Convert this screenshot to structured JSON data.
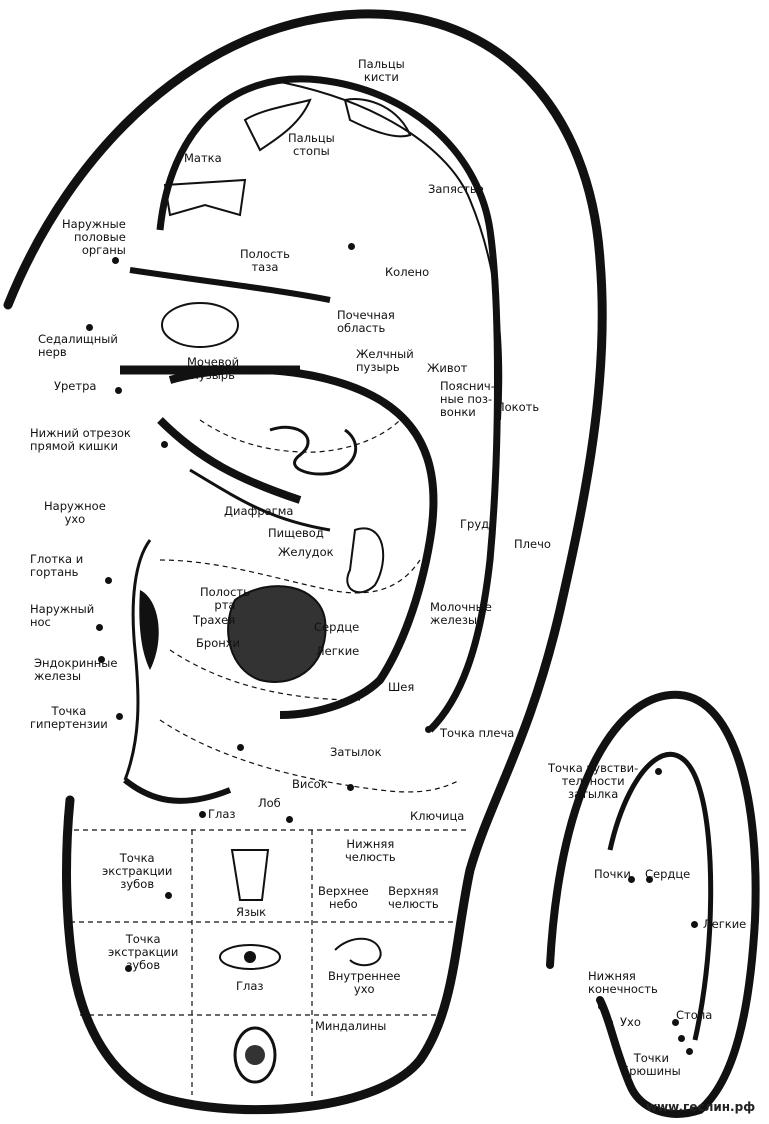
{
  "labels": {
    "paltsy_kisti": "Пальцы\nкисти",
    "paltsy_stopy": "Пальцы\nстопы",
    "matka": "Матка",
    "zapyastye": "Запястье",
    "naruzhnye_polovye_organy": "Наружные\nполовые\nорганы",
    "polost_taza": "Полость\nтаза",
    "koleno": "Колено",
    "pochechnaya_oblast": "Почечная\nобласть",
    "sedalishchny_nerv": "Седалищный\nнерв",
    "zhelchny_puzyr": "Желчный\nпузырь",
    "mochevoy_puzyr": "Мочевой\nпузырь",
    "zhivot": "Живот",
    "uretra": "Уретра",
    "poyasnichnye_pozvonki": "Пояснич-\nные поз-\nвонки",
    "lokot": "Локоть",
    "nizhny_otrezok": "Нижний отрезок\nпрямой кишки",
    "naruzhnoe_ukho": "Наружное\nухо",
    "diafragma": "Диафрагма",
    "grud": "Грудь",
    "pishchevod": "Пищевод",
    "plecho": "Плечо",
    "glotka_gortan": "Глотка и\nгортань",
    "zheludok": "Желудок",
    "polost_rta": "Полость\nрта",
    "molochnye_zhelezy": "Молочные\nжелезы",
    "traheya": "Трахея",
    "naruzhny_nos": "Наружный\nнос",
    "serdtse": "Сердце",
    "bronhi": "Бронхи",
    "legkie": "Легкие",
    "endokrinnye_zhelezy": "Эндокринные\nжелезы",
    "sheya": "Шея",
    "tochka_gipertenzii": "Точка\nгипертензии",
    "tochka_plecha": "Точка плеча",
    "zatylok": "Затылок",
    "visok": "Висок",
    "lob": "Лоб",
    "glaz_top": "Глаз",
    "klyuchitsa": "Ключица",
    "nizhnyaya_chelyust": "Нижняя\nчелюсть",
    "tochka_ekstraktsii_1": "Точка\nэкстракции\nзубов",
    "verkhnee_nebo": "Верхнее\nнебо",
    "verkhnyaya_chelyust": "Верхняя\nчелюсть",
    "yazyk": "Язык",
    "tochka_ekstraktsii_2": "Точка\nэкстракции\nзубов",
    "glaz_lobe": "Глаз",
    "vnutrennee_ukho": "Внутреннее\nухо",
    "mindaliny": "Миндалины"
  },
  "back_labels": {
    "tochka_chuvstvitelnosti": "Точка чувстви-\nтельности\nзатылка",
    "pochki": "Почки",
    "serdtse": "Сердце",
    "legkie": "Легкие",
    "nizhnyaya_konechnost": "Нижняя\nконечность",
    "ukho": "Ухо",
    "stopa": "Стопа",
    "tochki_bryushiny": "Точки\nбрюшины"
  },
  "watermark": "www.геслин.рф"
}
